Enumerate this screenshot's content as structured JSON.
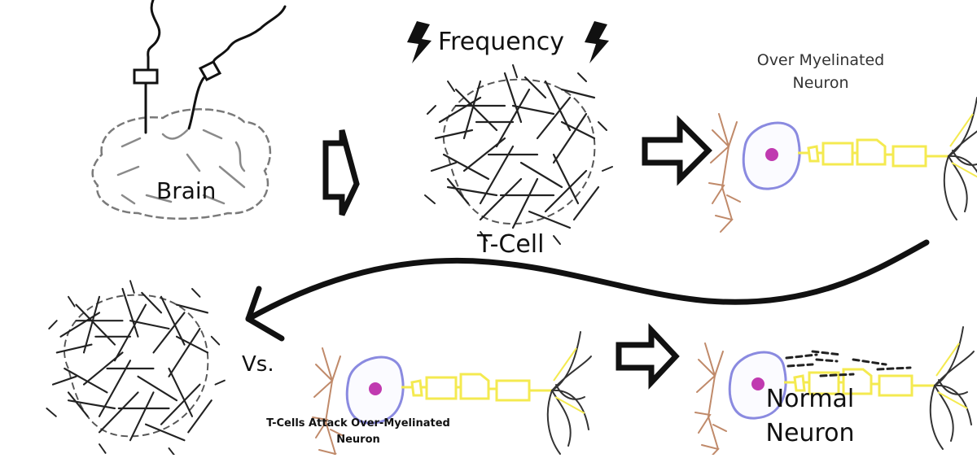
{
  "labels": {
    "brain": "Brain",
    "frequency": "Frequency",
    "tcell": "T-Cell",
    "over_myelinated": "Over Myelinated Neuron",
    "vs": "Vs.",
    "attack": "T-Cells Attack Over-Myelinated Neuron",
    "normal": "Normal Neuron"
  },
  "icons": [
    "electrode-icon",
    "lightning-bolt-icon",
    "arrow-right-icon",
    "curved-arrow-left-icon"
  ],
  "colors": {
    "outline": "#111111",
    "brain_folds": "#8a8a8a",
    "dendrite": "#c08a6a",
    "soma": "#8a8ae0",
    "nucleus": "#c03ab0",
    "myelin": "#f4ea50",
    "axon_terminal": "#333333"
  }
}
